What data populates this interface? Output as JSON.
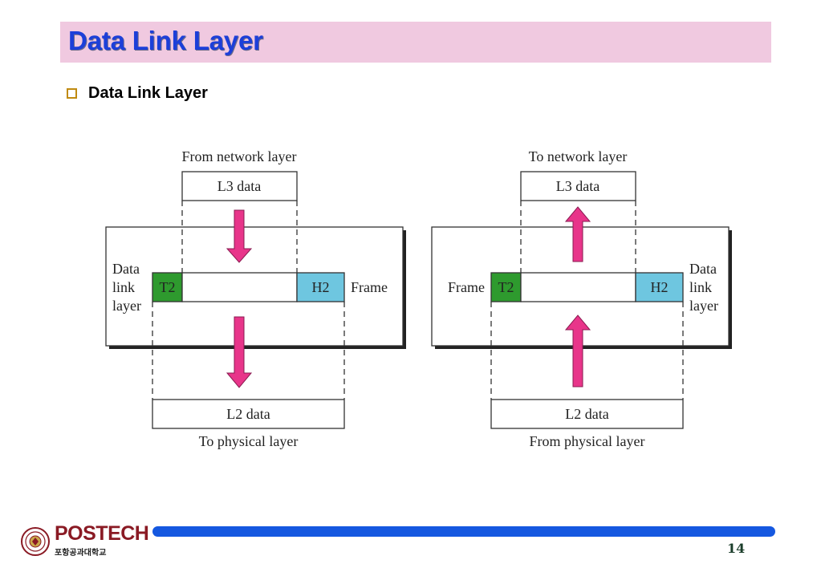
{
  "slide": {
    "title": "Data Link Layer",
    "bullet": "Data Link Layer",
    "page_number": "14"
  },
  "diagram": {
    "sender": {
      "top_label": "From network layer",
      "l3_box": "L3 data",
      "layer_label": [
        "Data",
        "link",
        "layer"
      ],
      "trailer": "T2",
      "header": "H2",
      "frame_label": "Frame",
      "l2_box": "L2 data",
      "bottom_label": "To physical layer"
    },
    "receiver": {
      "top_label": "To network layer",
      "l3_box": "L3 data",
      "layer_label": [
        "Data",
        "link",
        "layer"
      ],
      "trailer": "T2",
      "header": "H2",
      "frame_label": "Frame",
      "l2_box": "L2 data",
      "bottom_label": "From physical layer"
    },
    "colors": {
      "trailer": "#2e9a2e",
      "header": "#6ec6e0",
      "arrow": "#e8358a"
    }
  },
  "logo": {
    "name": "POSTECH",
    "subtitle": "포항공과대학교"
  }
}
